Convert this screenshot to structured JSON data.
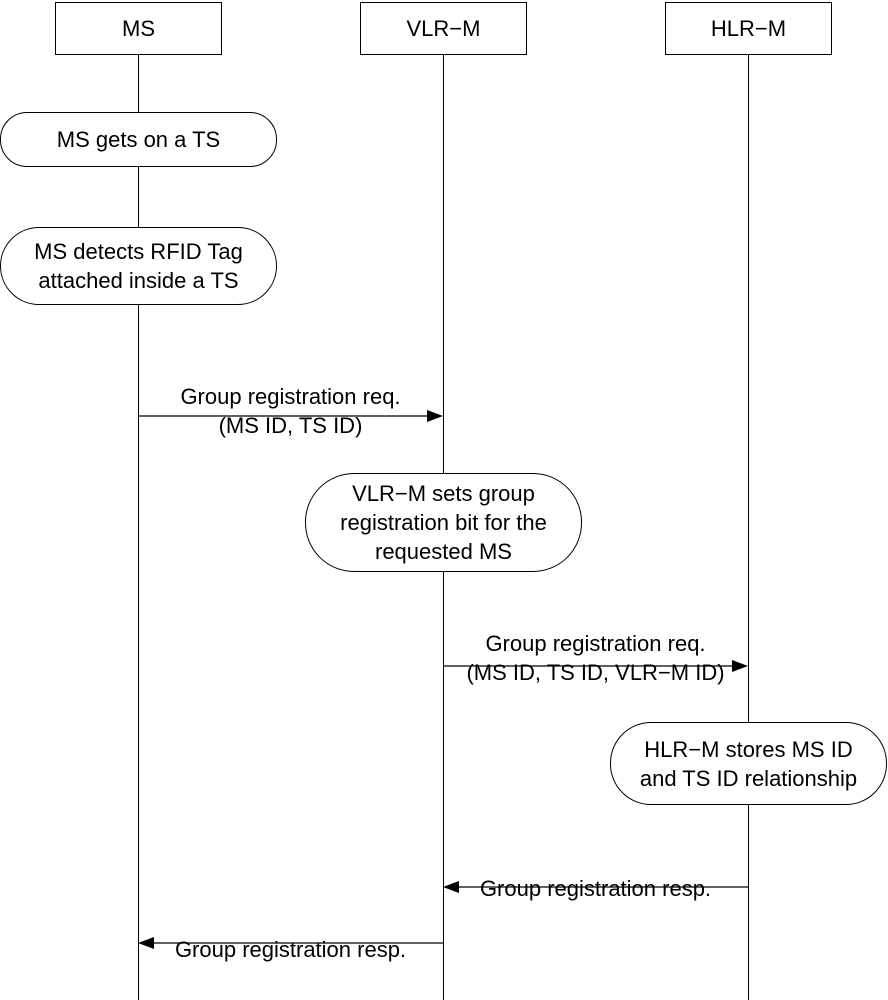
{
  "participants": [
    {
      "id": "ms",
      "label": "MS"
    },
    {
      "id": "vlr",
      "label": "VLR−M"
    },
    {
      "id": "hlr",
      "label": "HLR−M"
    }
  ],
  "notes": [
    {
      "id": "note1",
      "text": "MS gets on a TS"
    },
    {
      "id": "note2",
      "text": "MS detects RFID Tag\nattached inside a TS"
    },
    {
      "id": "note3",
      "text": "VLR−M sets group\nregistration bit for the\nrequested MS"
    },
    {
      "id": "note4",
      "text": "HLR−M stores MS ID\nand TS ID relationship"
    }
  ],
  "messages": [
    {
      "id": "msg1",
      "from": "MS",
      "to": "VLR−M",
      "label": "Group registration req.\n(MS ID, TS ID)"
    },
    {
      "id": "msg2",
      "from": "VLR−M",
      "to": "HLR−M",
      "label": "Group registration req.\n(MS ID, TS ID, VLR−M ID)"
    },
    {
      "id": "msg3",
      "from": "HLR−M",
      "to": "VLR−M",
      "label": "Group registration resp."
    },
    {
      "id": "msg4",
      "from": "VLR−M",
      "to": "MS",
      "label": "Group registration resp."
    }
  ]
}
